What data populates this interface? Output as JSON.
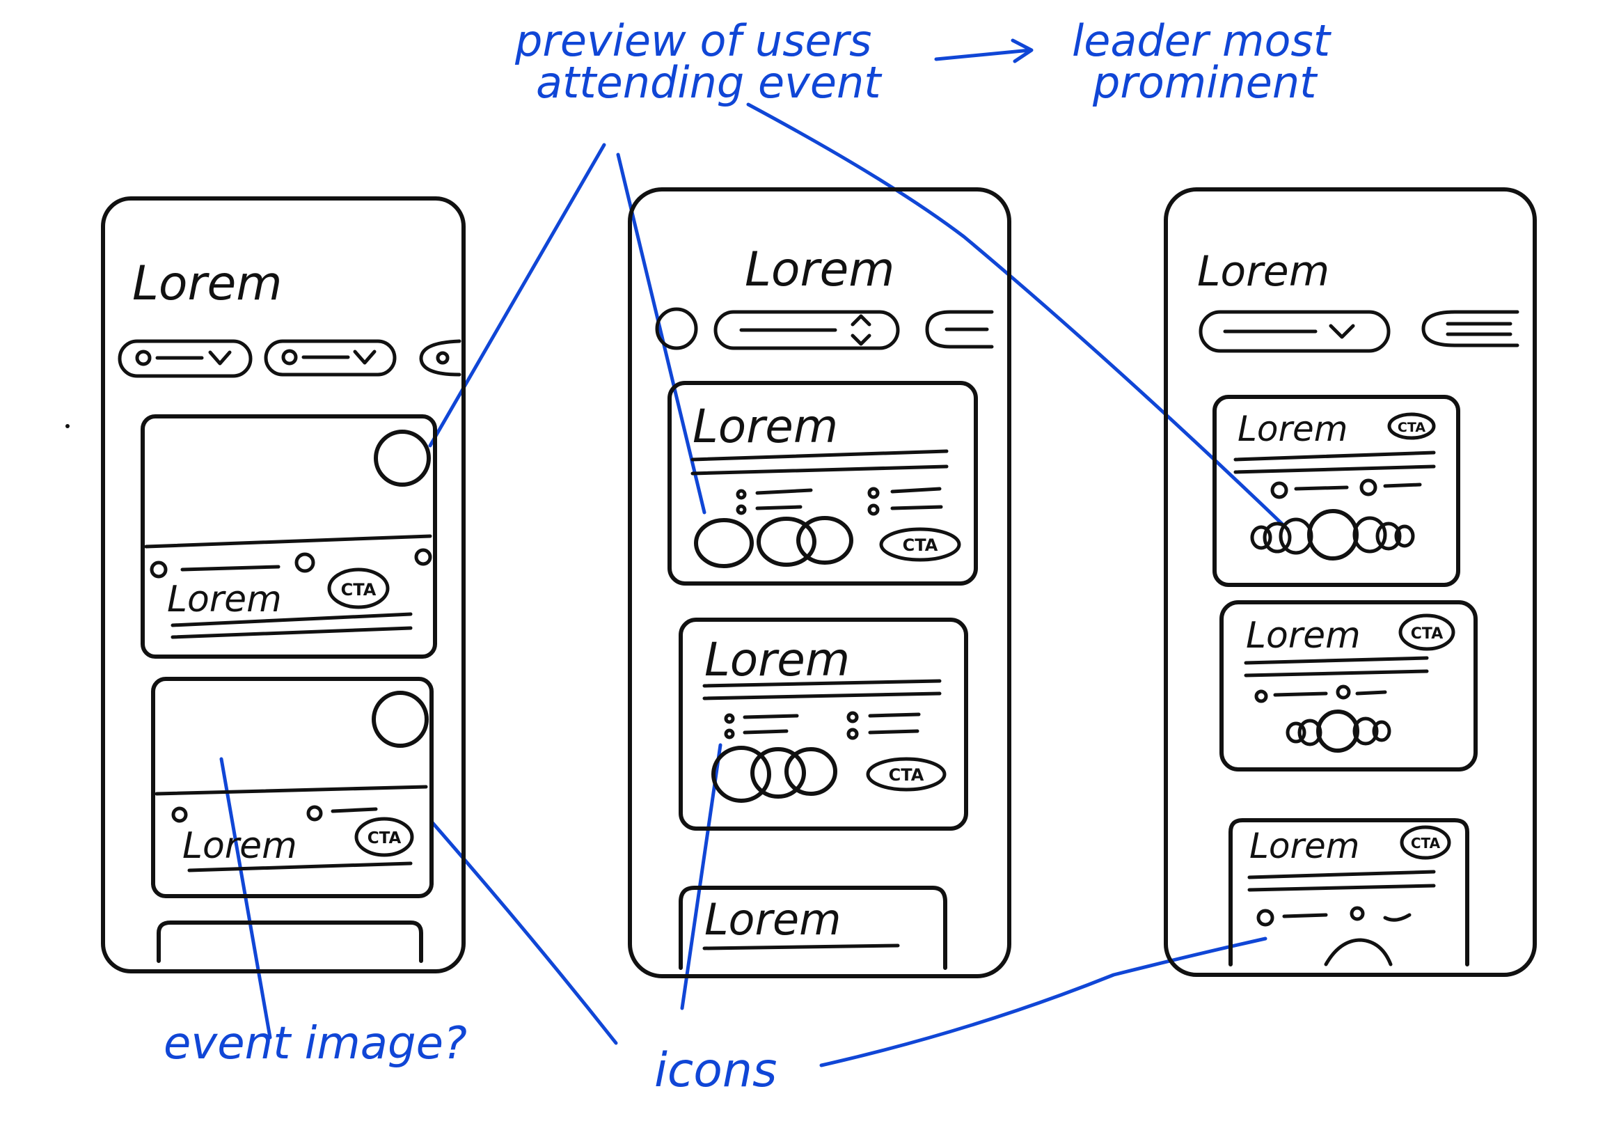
{
  "annotations": {
    "preview_line1": "preview of users",
    "preview_line2": "attending event",
    "leader_line1": "leader most",
    "leader_line2": "prominent",
    "event_image": "event image?",
    "icons": "icons"
  },
  "screens": [
    {
      "title": "Lorem",
      "cards": [
        {
          "title": "Lorem",
          "cta": "CTA"
        },
        {
          "title": "Lorem",
          "cta": "CTA"
        }
      ]
    },
    {
      "title": "Lorem",
      "cards": [
        {
          "title": "Lorem",
          "cta": "CTA"
        },
        {
          "title": "Lorem",
          "cta": "CTA"
        },
        {
          "title": "Lorem"
        }
      ]
    },
    {
      "title": "Lorem",
      "cards": [
        {
          "title": "Lorem",
          "cta": "CTA"
        },
        {
          "title": "Lorem",
          "cta": "CTA"
        },
        {
          "title": "Lorem",
          "cta": "CTA"
        }
      ]
    }
  ],
  "colors": {
    "ink": "#111111",
    "annotation": "#1046d6",
    "paper": "#ffffff"
  }
}
